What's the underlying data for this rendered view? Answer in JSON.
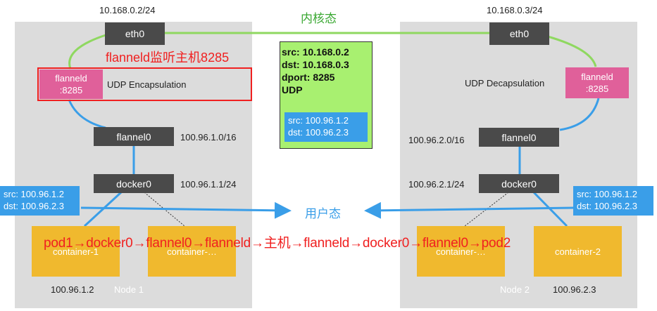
{
  "kernel_label": "内核态",
  "user_label": "用户态",
  "annotation_top": "flanneld监听主机8285",
  "annotation_path": "pod1→docker0→flannel0→flanneld→主机→flanneld→docker0→flannel0→pod2",
  "packet": {
    "outer": [
      "src: 10.168.0.2",
      "dst: 10.168.0.3",
      "dport: 8285",
      "UDP"
    ],
    "inner": [
      "src: 100.96.1.2",
      "dst: 100.96.2.3"
    ]
  },
  "node1": {
    "name": "Node 1",
    "host_ip": "10.168.0.2/24",
    "eth0": "eth0",
    "flanneld_line1": "flanneld",
    "flanneld_line2": ":8285",
    "encap": "UDP Encapsulation",
    "flannel0": "flannel0",
    "flannel0_ip": "100.96.1.0/16",
    "docker0": "docker0",
    "docker0_ip": "100.96.1.1/24",
    "src": "src: 100.96.1.2",
    "dst": "dst: 100.96.2.3",
    "container1": "container-1",
    "container2": "container-…",
    "pod_ip": "100.96.1.2"
  },
  "node2": {
    "name": "Node 2",
    "host_ip": "10.168.0.3/24",
    "eth0": "eth0",
    "flanneld_line1": "flanneld",
    "flanneld_line2": ":8285",
    "decap": "UDP Decapsulation",
    "flannel0": "flannel0",
    "flannel0_ip": "100.96.2.0/16",
    "docker0": "docker0",
    "docker0_ip": "100.96.2.1/24",
    "src": "src: 100.96.1.2",
    "dst": "dst: 100.96.2.3",
    "container1": "container-…",
    "container2": "container-2",
    "pod_ip": "100.96.2.3"
  },
  "colors": {
    "node_bg": "#dcdcdc",
    "dark_box": "#4a4a4a",
    "flanneld": "#e0609a",
    "packet_green": "#a8f070",
    "packet_blue": "#3a9ee8",
    "container": "#f0b92e",
    "link_green": "#8fd860",
    "link_blue": "#3a9ee8",
    "annotation_red": "#f02020",
    "kernel_green": "#3aa832"
  }
}
